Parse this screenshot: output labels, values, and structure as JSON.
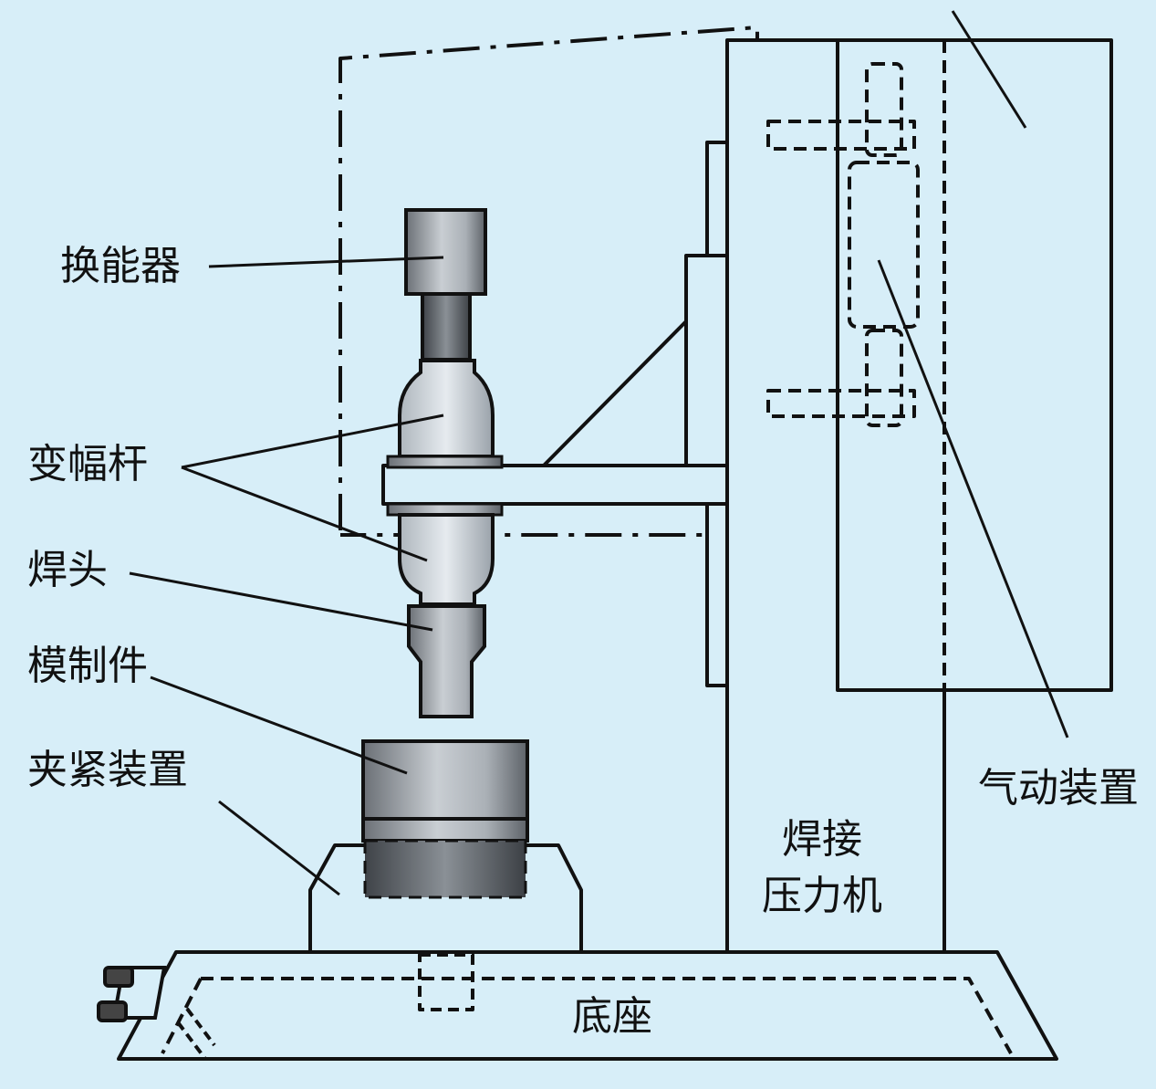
{
  "labels": {
    "transducer": "换能器",
    "booster": "变幅杆",
    "horn": "焊头",
    "die": "模制件",
    "clamp": "夹紧装置",
    "press_line1": "焊接",
    "press_line2": "压力机",
    "pneumatic": "气动装置",
    "base": "底座"
  },
  "colors": {
    "background": "#d7eef8",
    "line": "#111111",
    "metal_dark": "#5f6368",
    "metal_light": "#dcdfe3"
  }
}
